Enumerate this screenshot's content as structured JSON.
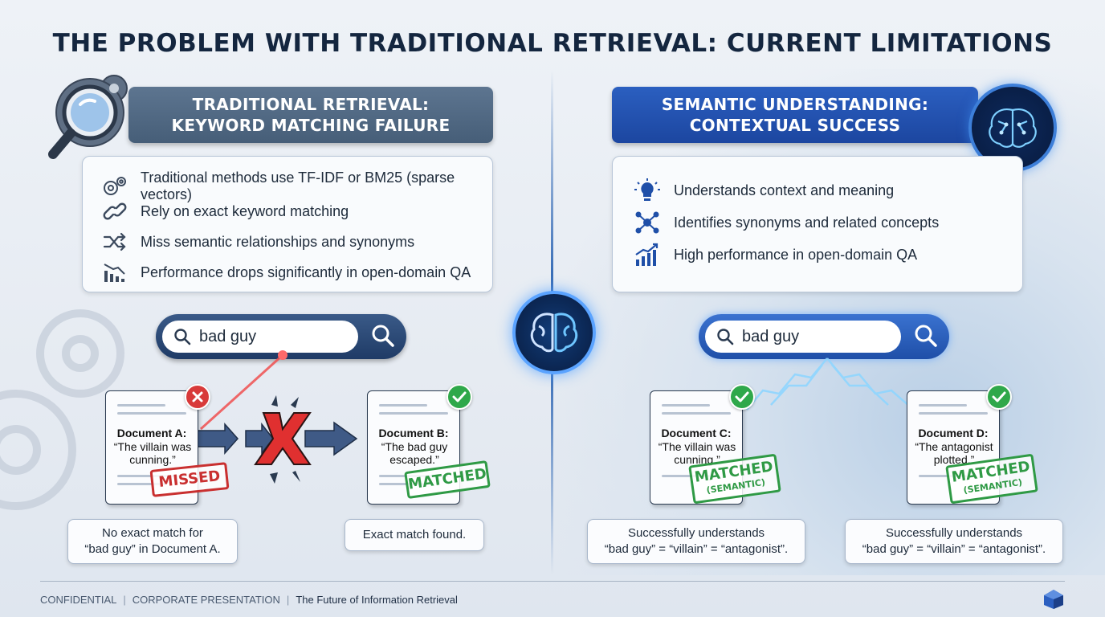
{
  "title": "THE PROBLEM WITH TRADITIONAL RETRIEVAL: CURRENT LIMITATIONS",
  "left": {
    "header_line1": "TRADITIONAL RETRIEVAL:",
    "header_line2": "KEYWORD MATCHING FAILURE",
    "features": [
      {
        "icon": "gears-icon",
        "text": "Traditional methods use TF-IDF or BM25 (sparse vectors)"
      },
      {
        "icon": "link-icon",
        "text": "Rely on exact keyword matching"
      },
      {
        "icon": "shuffle-icon",
        "text": "Miss semantic relationships and synonyms"
      },
      {
        "icon": "chart-down-icon",
        "text": "Performance drops significantly in open-domain QA"
      }
    ],
    "search_query": "bad guy",
    "doc_a": {
      "name": "Document A:",
      "quote_line1": "“The villain was",
      "quote_line2": "cunning.”",
      "stamp": "MISSED"
    },
    "doc_b": {
      "name": "Document B:",
      "quote_line1": "“The bad guy",
      "quote_line2": "escaped.”",
      "stamp": "MATCHED"
    },
    "callout_a_line1": "No exact match for",
    "callout_a_line2": "“bad guy” in Document A.",
    "callout_b": "Exact match found."
  },
  "right": {
    "header_line1": "SEMANTIC UNDERSTANDING:",
    "header_line2": "CONTEXTUAL SUCCESS",
    "features": [
      {
        "icon": "lightbulb-icon",
        "text": "Understands context and meaning"
      },
      {
        "icon": "network-icon",
        "text": "Identifies synonyms and related concepts"
      },
      {
        "icon": "chart-up-icon",
        "text": "High performance in open-domain QA"
      }
    ],
    "search_query": "bad guy",
    "doc_c": {
      "name": "Document C:",
      "quote_line1": "“The villain was",
      "quote_line2": "cunning.”",
      "stamp_line1": "MATCHED",
      "stamp_line2": "(SEMANTIC)"
    },
    "doc_d": {
      "name": "Document D:",
      "quote_line1": "“The antagonist",
      "quote_line2": "plotted.”",
      "stamp_line1": "MATCHED",
      "stamp_line2": "(SEMANTIC)"
    },
    "callout_c_line1": "Successfully understands",
    "callout_c_line2": "“bad guy” = “villain” = “antagonist”.",
    "callout_d_line1": "Successfully understands",
    "callout_d_line2": "“bad guy” = “villain” = “antagonist”."
  },
  "footer": {
    "part1": "CONFIDENTIAL",
    "part2": "CORPORATE PRESENTATION",
    "part3": "The Future of Information Retrieval"
  },
  "colors": {
    "left_header": "#4f6782",
    "right_header": "#2455b4",
    "missed_red": "#c93030",
    "matched_green": "#2f9a45"
  }
}
